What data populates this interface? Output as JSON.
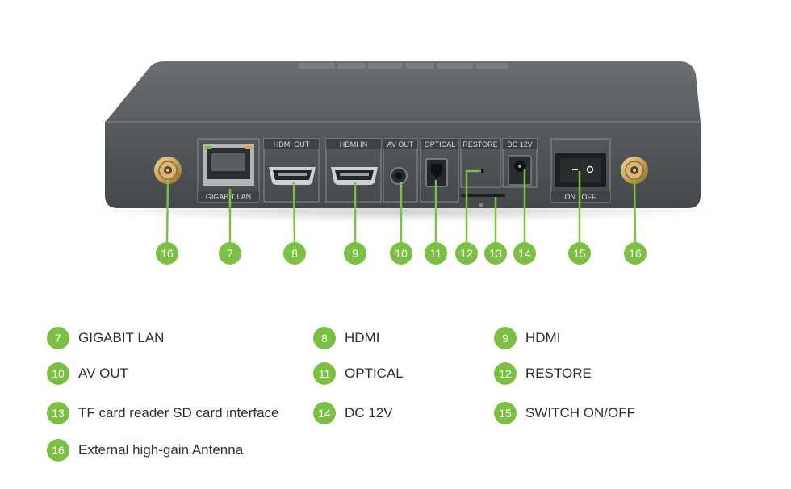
{
  "device": {
    "port_labels": {
      "lan": "GIGABIT LAN",
      "hdmi_out": "HDMI OUT",
      "hdmi_in": "HDMI IN",
      "av_out": "AV OUT",
      "optical": "OPTICAL",
      "restore": "RESTORE",
      "dc": "DC 12V",
      "switch": "ON   OFF"
    },
    "callouts": [
      "16",
      "7",
      "8",
      "9",
      "10",
      "11",
      "12",
      "13",
      "14",
      "15",
      "16"
    ]
  },
  "colors": {
    "accent": "#7bc043",
    "body": "#4e5355",
    "text": "#2f2f2f"
  },
  "legend": [
    {
      "num": "7",
      "label": "GIGABIT LAN"
    },
    {
      "num": "8",
      "label": "HDMI"
    },
    {
      "num": "9",
      "label": "HDMI"
    },
    {
      "num": "10",
      "label": "AV OUT"
    },
    {
      "num": "11",
      "label": "OPTICAL"
    },
    {
      "num": "12",
      "label": "RESTORE"
    },
    {
      "num": "13",
      "label": "TF card reader SD card interface"
    },
    {
      "num": "14",
      "label": "DC 12V"
    },
    {
      "num": "15",
      "label": "SWITCH ON/OFF"
    },
    {
      "num": "16",
      "label": "External high-gain Antenna"
    }
  ]
}
